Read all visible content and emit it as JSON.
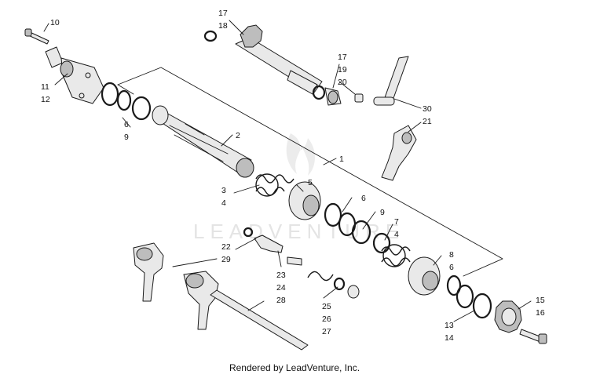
{
  "watermark": "LEADVENTURE",
  "footer": "Rendered by LeadVenture, Inc.",
  "callouts": {
    "c10": "10",
    "c11": "11",
    "c12": "12",
    "c17a": "17",
    "c18": "18",
    "c17b": "17",
    "c19": "19",
    "c20": "20",
    "c30": "30",
    "c21": "21",
    "c6a": "6",
    "c9a": "9",
    "c2": "2",
    "c1": "1",
    "c3": "3",
    "c4a": "4",
    "c5": "5",
    "c6b": "6",
    "c9b": "9",
    "c7": "7",
    "c4b": "4",
    "c8": "8",
    "c6c": "6",
    "c22": "22",
    "c29": "29",
    "c23": "23",
    "c24": "24",
    "c28": "28",
    "c25": "25",
    "c26": "26",
    "c27": "27",
    "c13": "13",
    "c14": "14",
    "c15": "15",
    "c16": "16"
  }
}
